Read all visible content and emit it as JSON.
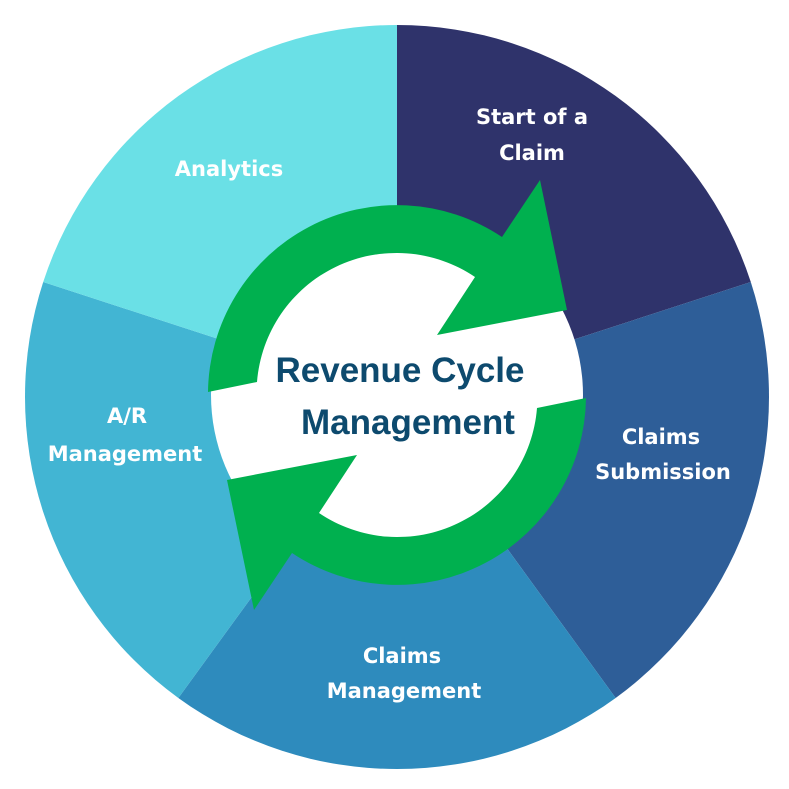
{
  "title": [
    "Revenue Cycle",
    "Management"
  ],
  "segments": [
    {
      "lines": [
        "Start of a",
        "Claim"
      ],
      "color": "#2f336b"
    },
    {
      "lines": [
        "Claims",
        "Submission"
      ],
      "color": "#2e5e98"
    },
    {
      "lines": [
        "Claims",
        "Management"
      ],
      "color": "#2e8bbd"
    },
    {
      "lines": [
        "A/R",
        "Management"
      ],
      "color": "#42b5d3"
    },
    {
      "lines": [
        "Analytics"
      ],
      "color": "#6ae0e6"
    }
  ],
  "arrow_color": "#00b04f",
  "icons": [
    "cycle-arrows-icon"
  ]
}
